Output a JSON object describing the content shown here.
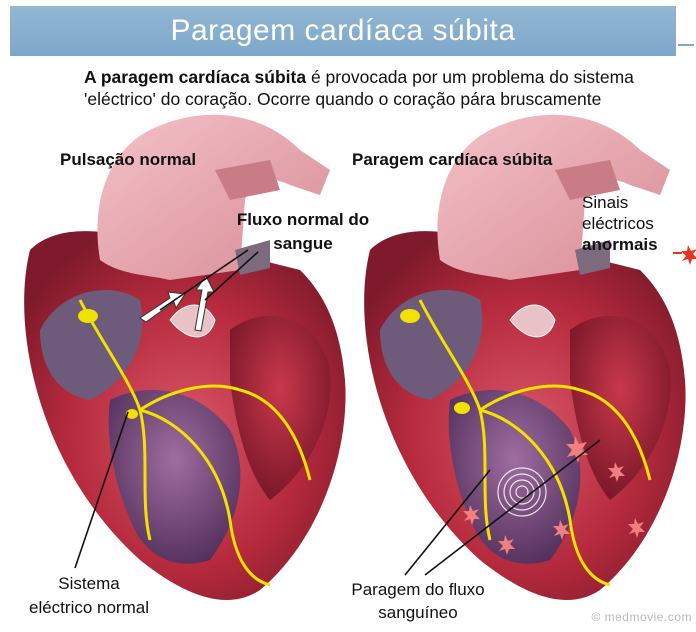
{
  "title": "Paragem cardíaca súbita",
  "intro": {
    "lead": "A paragem cardíaca súbita",
    "rest": " é provocada por um problema do sistema 'eléctrico' do coração. Ocorre quando o coração pára bruscamente"
  },
  "panels": {
    "left_heading": "Pulsação normal",
    "right_heading": "Paragem cardíaca súbita"
  },
  "labels": {
    "flow_normal_line1": "Fluxo normal do",
    "flow_normal_line2": "sangue",
    "signals_line1": "Sinais",
    "signals_line2": "eléctricos",
    "signals_line3": "anormais",
    "system_line1": "Sistema",
    "system_line2": "eléctrico normal",
    "stop_line1": "Paragem do fluxo",
    "stop_line2": "sanguíneo"
  },
  "credit": "© medmovie.com",
  "colors": {
    "title_bar": "#86add0",
    "heart_red": "#b3283a",
    "heart_pink": "#e8a3ac",
    "electrical_yellow": "#f2e200",
    "spark_red": "#e8331f"
  }
}
